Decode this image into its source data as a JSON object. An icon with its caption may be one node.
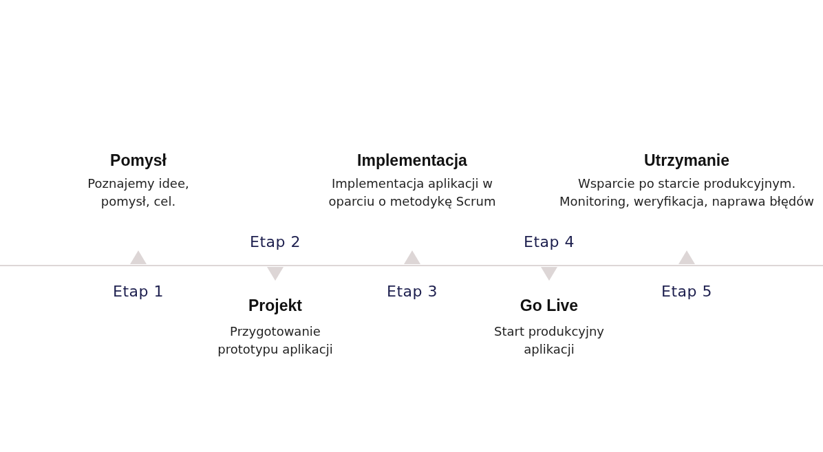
{
  "diagram": {
    "nodes": [
      {
        "text": [
          "Pomysł",
          "Poznajemy idee, pomysł, cel."
        ],
        "beside": [
          "Etap 1"
        ]
      },
      {
        "text": [
          "Projekt",
          "Przygotowanie prototypu aplikacji"
        ],
        "beside": [
          "Etap 2"
        ]
      },
      {
        "text": [
          "Implementacja",
          "Implementacja aplikacji w oparciu o metodykę Scrum"
        ],
        "beside": [
          "Etap 3"
        ]
      },
      {
        "text": [
          "Go Live",
          "Start produkcyjny aplikacji"
        ],
        "beside": [
          "Etap 4"
        ]
      },
      {
        "text": [
          "Utrzymanie",
          "Wsparcie po starcie produkcyjnym. Monitoring, weryfikacja, naprawa błędów"
        ],
        "beside": [
          "Etap 5"
        ]
      }
    ],
    "edges": []
  }
}
